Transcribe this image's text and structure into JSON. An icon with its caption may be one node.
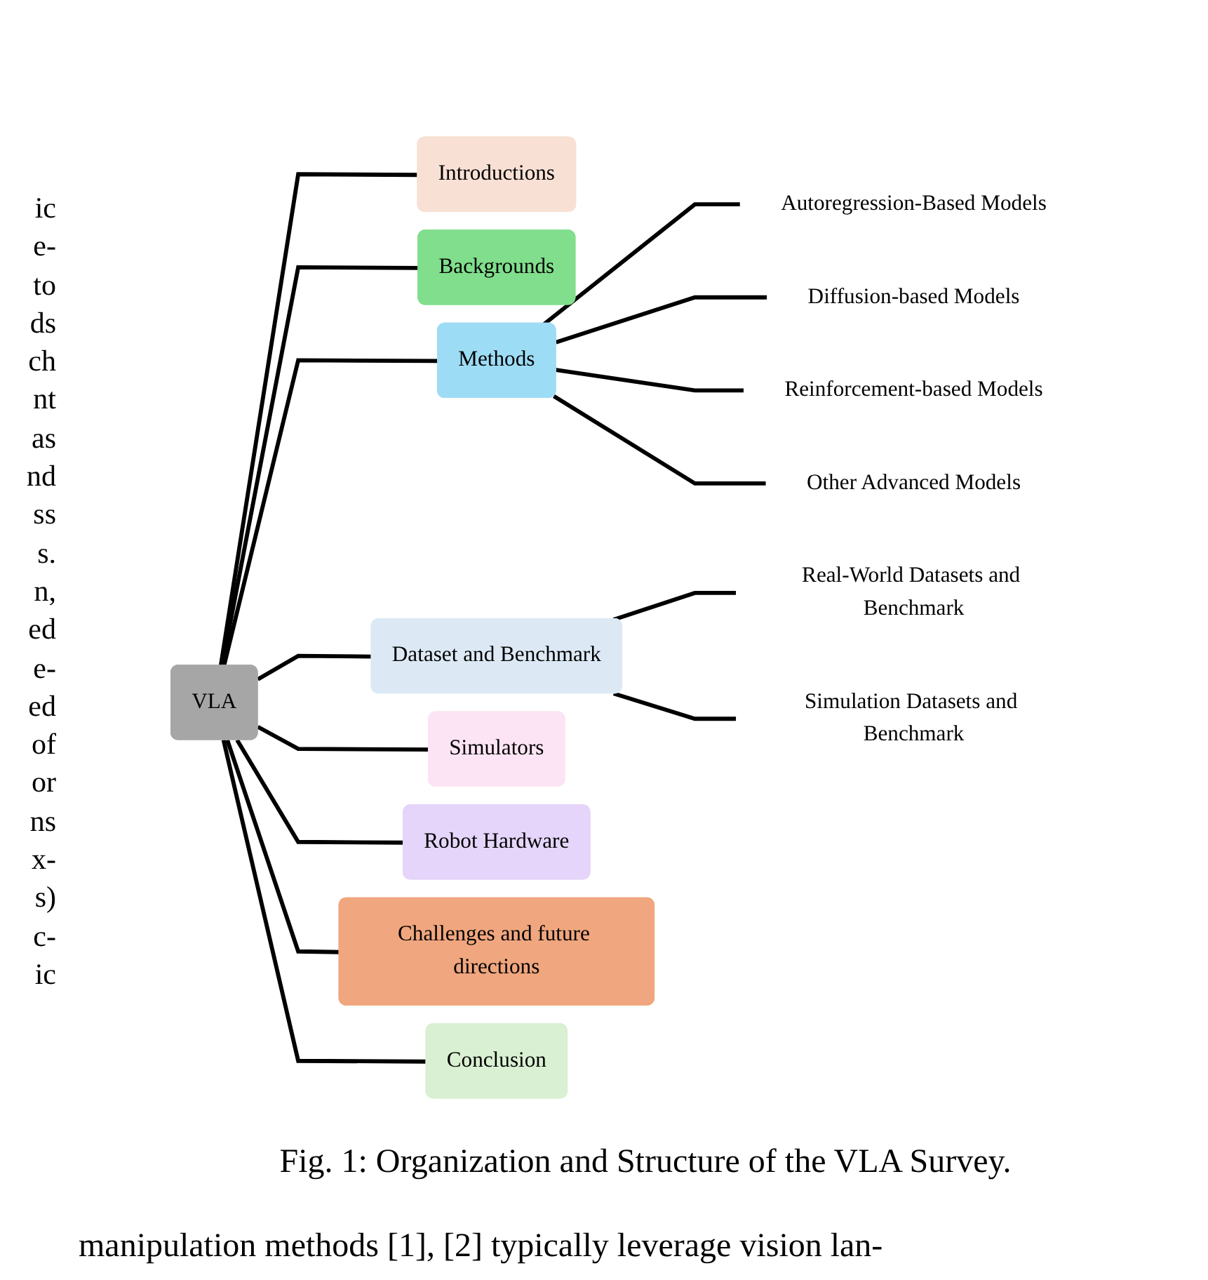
{
  "diagram": {
    "caption": "Fig. 1: Organization and Structure of the VLA Survey.",
    "nodes": [
      {
        "text": [
          "VLA"
        ]
      },
      {
        "text": [
          "Introductions"
        ]
      },
      {
        "text": [
          "Backgrounds"
        ]
      },
      {
        "text": [
          "Methods"
        ]
      },
      {
        "text": [
          "Dataset and Benchmark"
        ]
      },
      {
        "text": [
          "Autoregression-Based Models"
        ]
      },
      {
        "text": [
          "Real-World Datasets and Benchmark"
        ]
      },
      {
        "text": [
          "Diffusion-based Models"
        ]
      },
      {
        "text": [
          "Reinforcement-based Models"
        ]
      },
      {
        "text": [
          "Simulation Datasets and Benchmark"
        ]
      },
      {
        "text": [
          "Other Advanced Models"
        ]
      },
      {
        "text": [
          "Simulators"
        ]
      },
      {
        "text": [
          "Robot Hardware"
        ]
      },
      {
        "text": [
          "Challenges and future directions"
        ]
      },
      {
        "text": [
          "Conclusion"
        ]
      }
    ],
    "edges": [
      {
        "from": 0,
        "to": 1,
        "arrow": "none"
      },
      {
        "from": 0,
        "to": 2,
        "arrow": "none"
      },
      {
        "from": 0,
        "to": 3,
        "arrow": "none"
      },
      {
        "from": 0,
        "to": 4,
        "arrow": "none"
      },
      {
        "from": 3,
        "to": 5,
        "arrow": "none"
      },
      {
        "from": 4,
        "to": 6,
        "arrow": "none"
      },
      {
        "from": 3,
        "to": 7,
        "arrow": "none"
      },
      {
        "from": 3,
        "to": 8,
        "arrow": "none"
      },
      {
        "from": 4,
        "to": 9,
        "arrow": "none"
      },
      {
        "from": 3,
        "to": 10,
        "arrow": "none"
      },
      {
        "from": 0,
        "to": 11,
        "arrow": "none"
      },
      {
        "from": 0,
        "to": 12,
        "arrow": "none"
      },
      {
        "from": 0,
        "to": 13,
        "arrow": "none"
      },
      {
        "from": 0,
        "to": 14,
        "arrow": "none"
      }
    ],
    "labels": [
      "ic",
      "e-",
      "to",
      "ds",
      "ch",
      "nt",
      "as",
      "nd",
      "ss",
      "s.",
      "n,",
      "ed",
      "e-",
      "ed",
      "of",
      "or",
      "ns",
      "x-",
      "s)",
      "c-",
      "ic",
      "manipulation methods [1], [2] typically leverage vision lan-"
    ]
  }
}
